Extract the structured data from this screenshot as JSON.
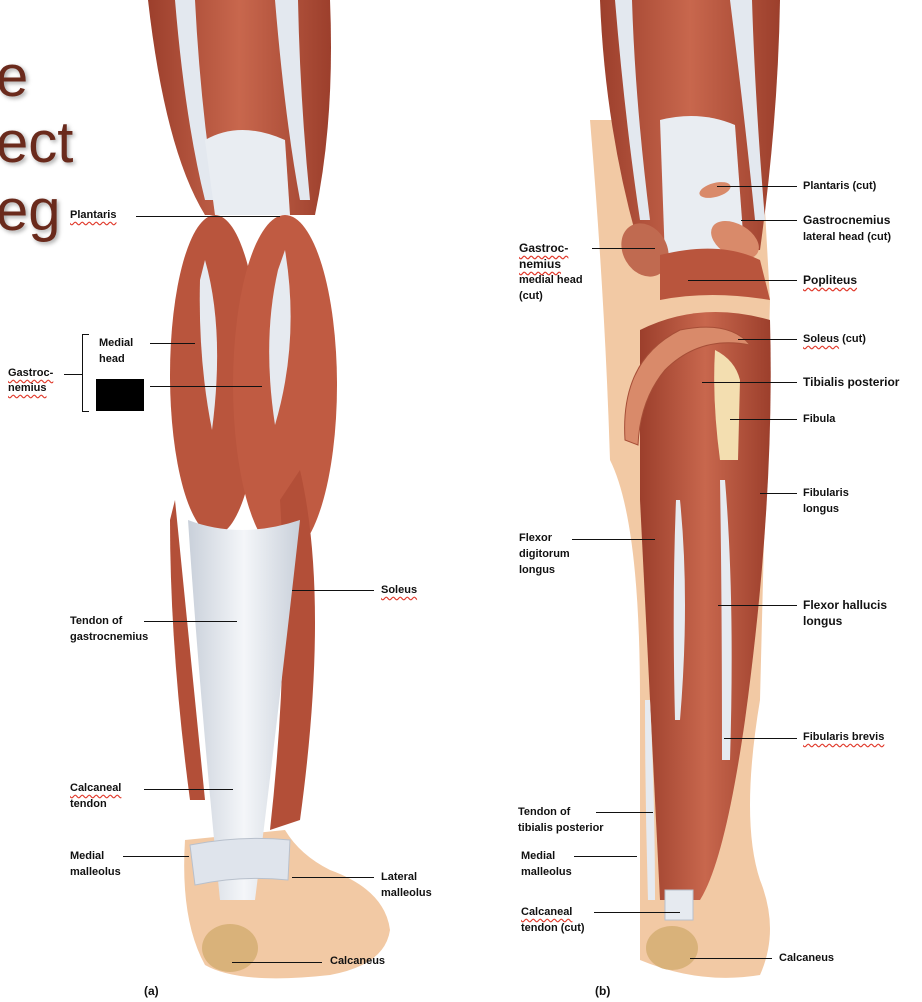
{
  "title_fragments": [
    "e",
    "ect",
    "eg"
  ],
  "panel_a": {
    "tag": "(a)",
    "labels": {
      "plantaris": "Plantaris",
      "gastrocnemius_1": "Gastroc-",
      "gastrocnemius_2": "nemius",
      "medial_head_1": "Medial",
      "medial_head_2": "head",
      "soleus": "Soleus",
      "tendon_gastro_1": "Tendon of",
      "tendon_gastro_2": "gastrocnemius",
      "calcaneal_1": "Calcaneal",
      "calcaneal_2": "tendon",
      "medial_malleolus_1": "Medial",
      "medial_malleolus_2": "malleolus",
      "lateral_malleolus_1": "Lateral",
      "lateral_malleolus_2": "malleolus",
      "calcaneus": "Calcaneus"
    }
  },
  "panel_b": {
    "tag": "(b)",
    "labels": {
      "plantaris_cut": "Plantaris (cut)",
      "gastro_lat_1": "Gastrocnemius",
      "gastro_lat_2": "lateral head (cut)",
      "gastro_med_1": "Gastroc-",
      "gastro_med_2": "nemius",
      "gastro_med_3": "medial head",
      "gastro_med_4": "(cut)",
      "popliteus": "Popliteus",
      "soleus_cut_name": "Soleus",
      "soleus_cut_suffix": " (cut)",
      "tibialis_posterior": "Tibialis posterior",
      "fibula": "Fibula",
      "fibularis_longus_1": "Fibularis",
      "fibularis_longus_2": "longus",
      "flexor_dig_1": "Flexor",
      "flexor_dig_2": "digitorum",
      "flexor_dig_3": "longus",
      "flexor_hal_1": "Flexor hallucis",
      "flexor_hal_2": "longus",
      "fibularis_brevis": "Fibularis brevis",
      "tendon_tib_1": "Tendon of",
      "tendon_tib_2": "tibialis posterior",
      "medial_malleolus_1": "Medial",
      "medial_malleolus_2": "malleolus",
      "calcaneal_cut_1": "Calcaneal",
      "calcaneal_cut_2": "tendon (cut)",
      "calcaneus": "Calcaneus"
    }
  },
  "colors": {
    "muscle": "#b8553e",
    "muscle_dark": "#8e3a29",
    "tendon": "#e6eaf0",
    "skin": "#f2c9a4",
    "bone": "#f3deb0",
    "squiggle": "#e0392b"
  }
}
